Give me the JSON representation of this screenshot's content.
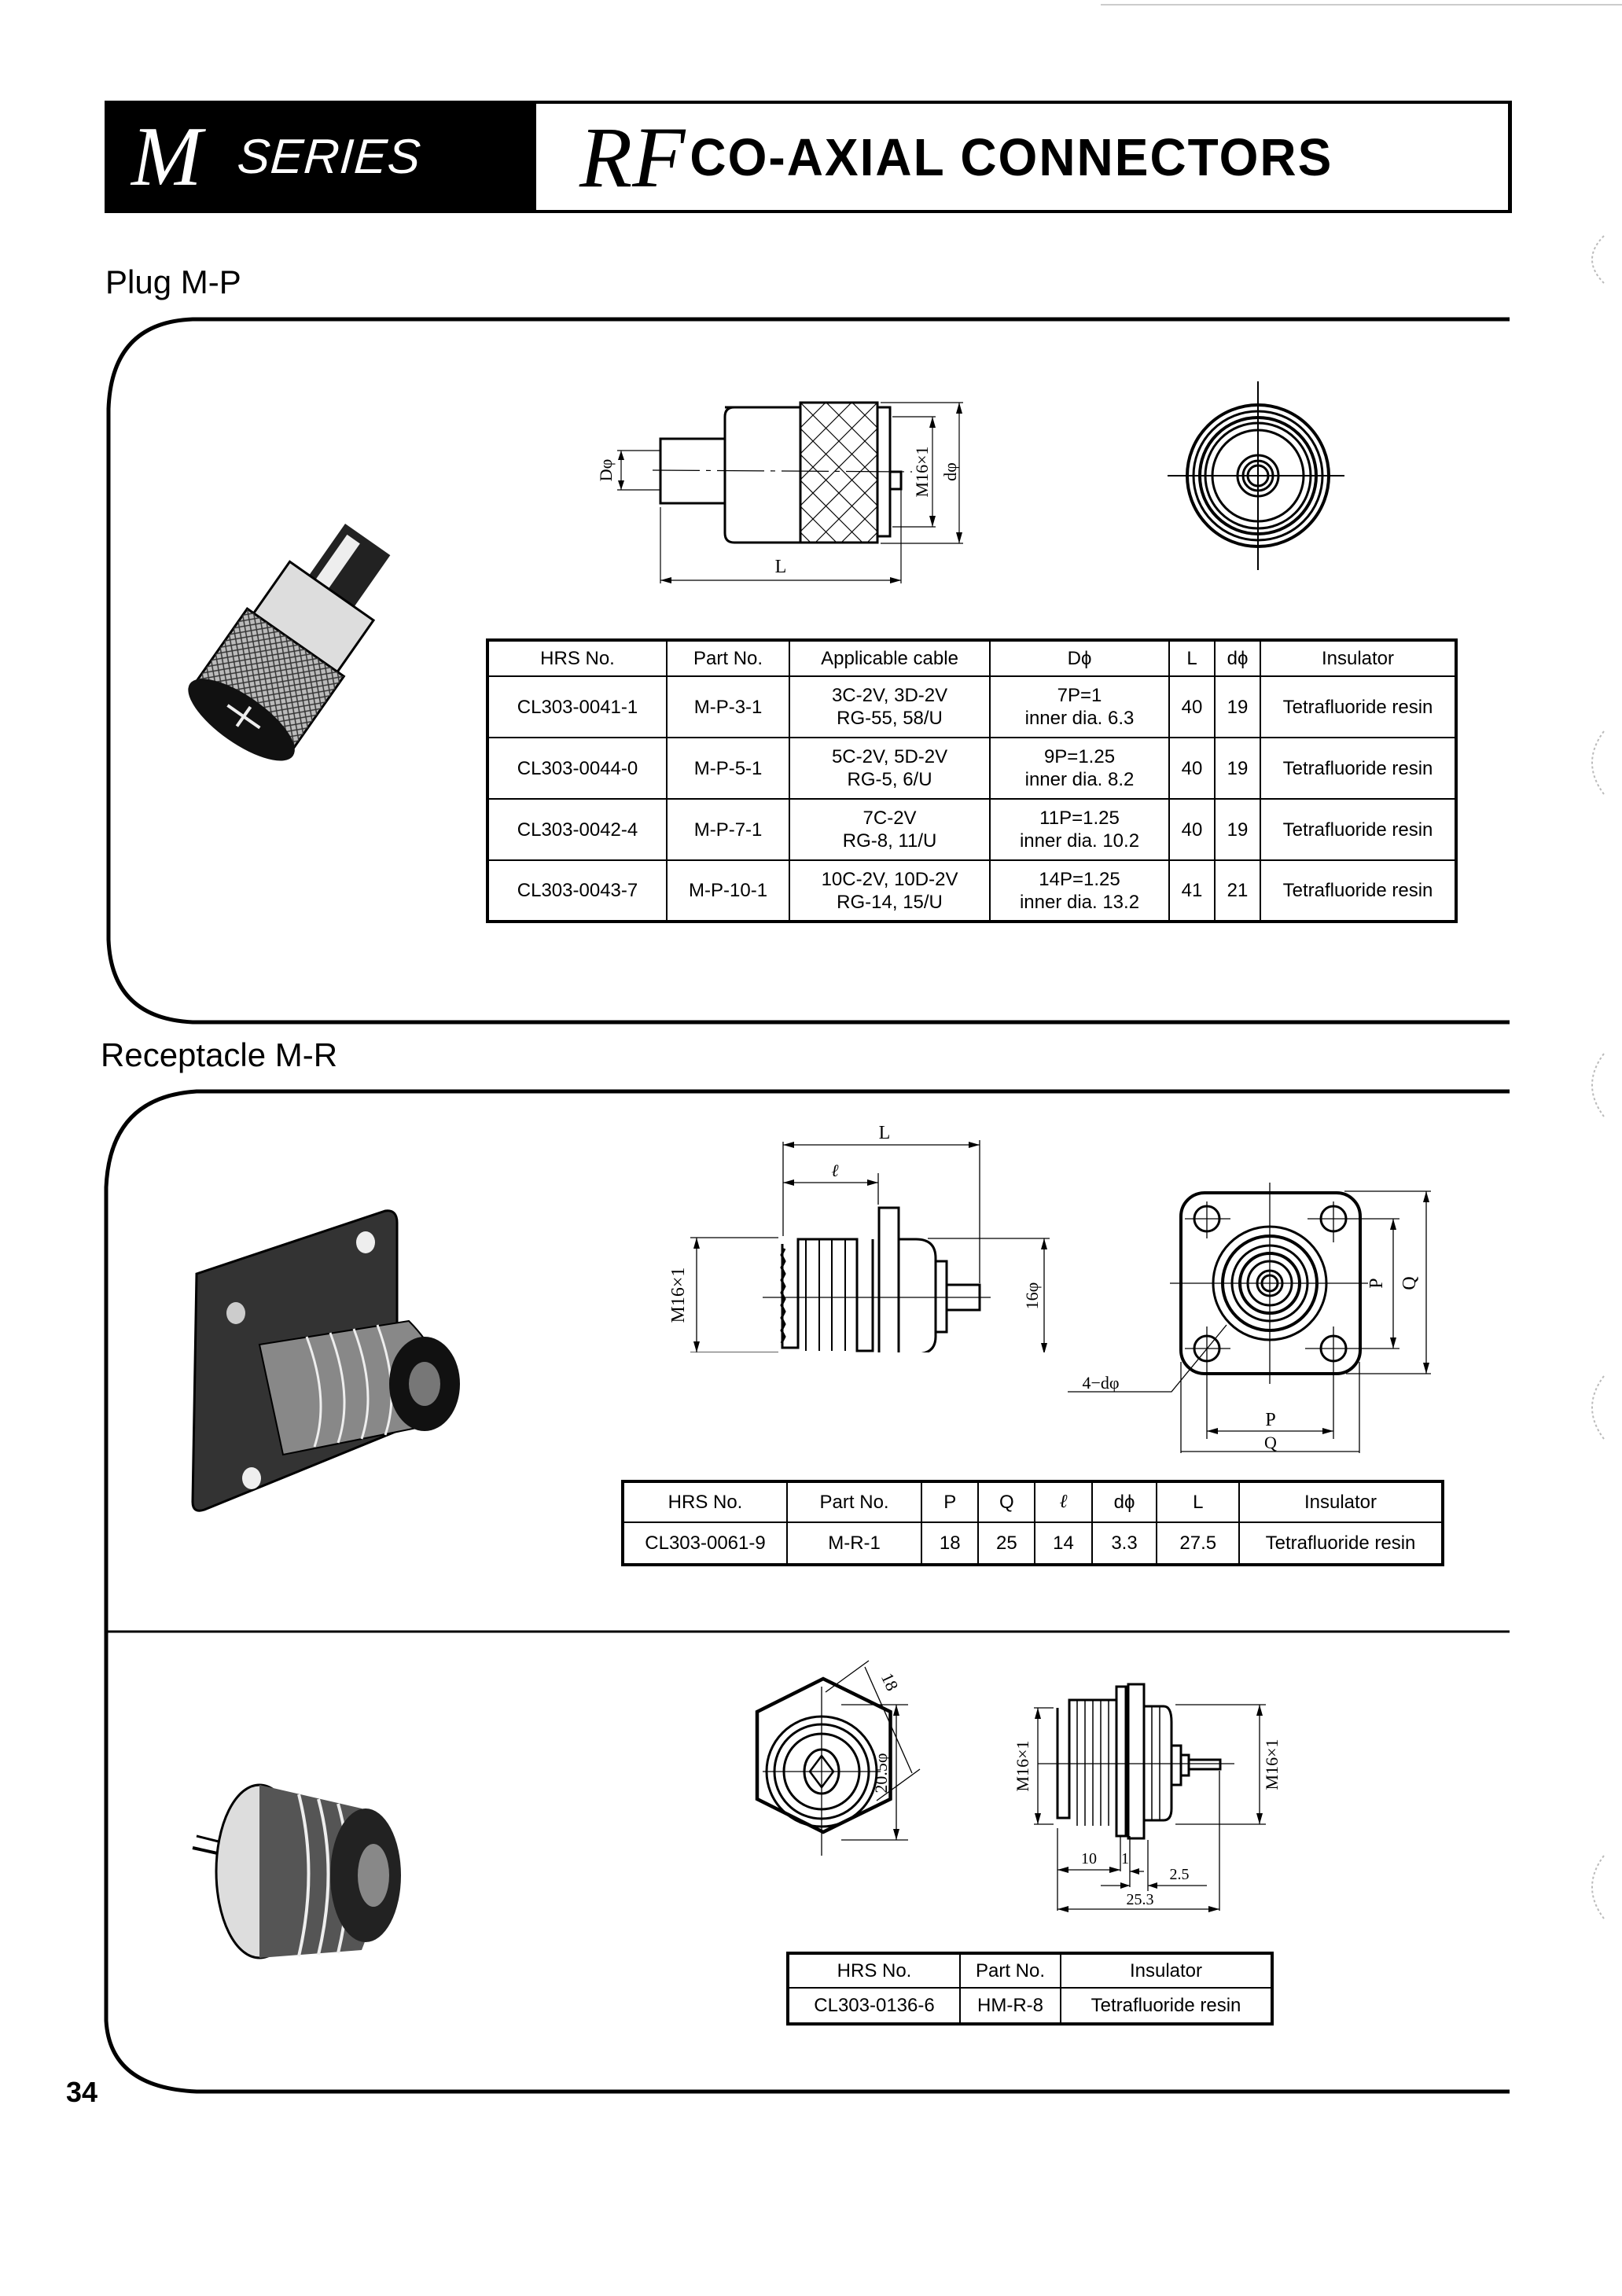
{
  "header": {
    "series_letter": "M",
    "series_word": "SERIES",
    "rf": "RF",
    "title": "CO-AXIAL CONNECTORS"
  },
  "plug": {
    "heading": "Plug M-P",
    "drawing_labels": {
      "D_phi": "Dφ",
      "L": "L",
      "thread": "M16×1",
      "d_phi": "dφ"
    },
    "table": {
      "headers": [
        "HRS No.",
        "Part No.",
        "Applicable cable",
        "Dϕ",
        "L",
        "dϕ",
        "Insulator"
      ],
      "rows": [
        {
          "hrs": "CL303-0041-1",
          "part": "M-P-3-1",
          "cable1": "3C-2V, 3D-2V",
          "cable2": "RG-55, 58/U",
          "D1": "7P=1",
          "D2": "inner dia. 6.3",
          "L": "40",
          "d": "19",
          "insulator": "Tetrafluoride resin"
        },
        {
          "hrs": "CL303-0044-0",
          "part": "M-P-5-1",
          "cable1": "5C-2V, 5D-2V",
          "cable2": "RG-5, 6/U",
          "D1": "9P=1.25",
          "D2": "inner dia. 8.2",
          "L": "40",
          "d": "19",
          "insulator": "Tetrafluoride resin"
        },
        {
          "hrs": "CL303-0042-4",
          "part": "M-P-7-1",
          "cable1": "7C-2V",
          "cable2": "RG-8, 11/U",
          "D1": "11P=1.25",
          "D2": "inner dia. 10.2",
          "L": "40",
          "d": "19",
          "insulator": "Tetrafluoride resin"
        },
        {
          "hrs": "CL303-0043-7",
          "part": "M-P-10-1",
          "cable1": "10C-2V, 10D-2V",
          "cable2": "RG-14, 15/U",
          "D1": "14P=1.25",
          "D2": "inner dia. 13.2",
          "L": "41",
          "d": "21",
          "insulator": "Tetrafluoride resin"
        }
      ]
    }
  },
  "receptacle": {
    "heading": "Receptacle M-R",
    "drawing_labels": {
      "L": "L",
      "l": "ℓ",
      "thread": "M16×1",
      "dia": "16φ",
      "P": "P",
      "Q": "Q",
      "holes": "4−dφ"
    },
    "table": {
      "headers": [
        "HRS No.",
        "Part No.",
        "P",
        "Q",
        "ℓ",
        "dϕ",
        "L",
        "Insulator"
      ],
      "rows": [
        {
          "hrs": "CL303-0061-9",
          "part": "M-R-1",
          "P": "18",
          "Q": "25",
          "l": "14",
          "d": "3.3",
          "L": "27.5",
          "insulator": "Tetrafluoride resin"
        }
      ]
    }
  },
  "hm_receptacle": {
    "drawing_labels": {
      "hex": "18",
      "dia": "20.5φ",
      "thread_left": "M16×1",
      "thread_right": "M16×1",
      "d10": "10",
      "d1": "1",
      "d25": "2.5",
      "d253": "25.3"
    },
    "table": {
      "headers": [
        "HRS No.",
        "Part No.",
        "Insulator"
      ],
      "rows": [
        {
          "hrs": "CL303-0136-6",
          "part": "HM-R-8",
          "insulator": "Tetrafluoride resin"
        }
      ]
    }
  },
  "footer": {
    "page_number": "34"
  }
}
